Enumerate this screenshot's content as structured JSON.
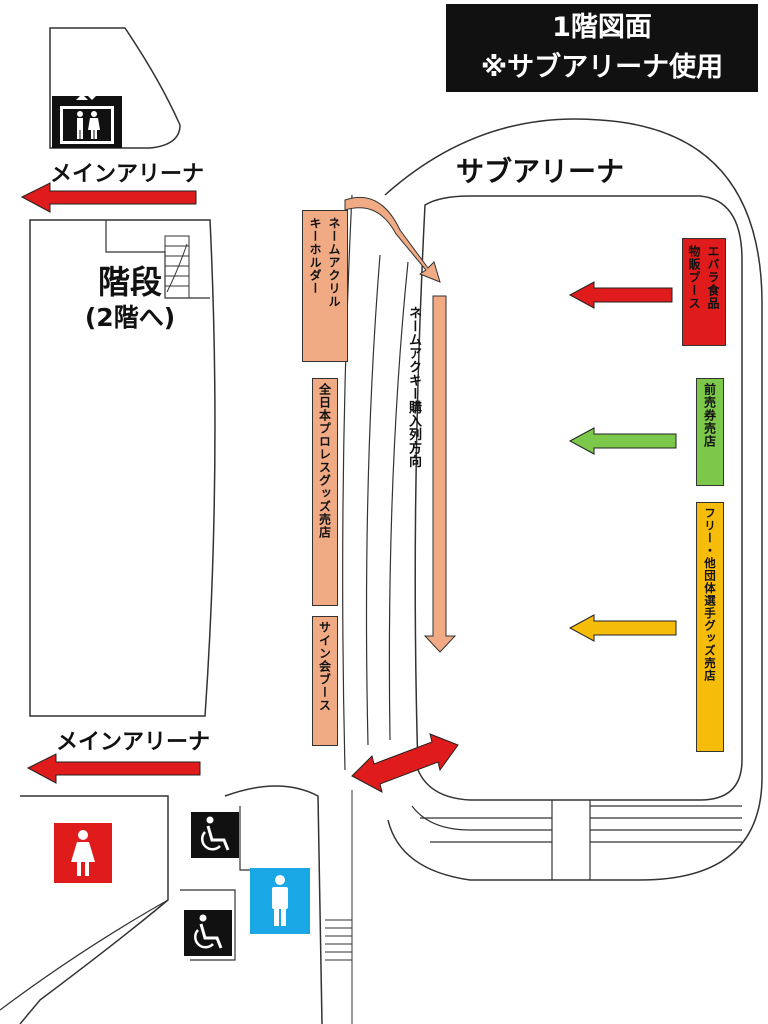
{
  "title": {
    "line1": "1階図面",
    "line2": "※サブアリーナ使用"
  },
  "labels": {
    "main_arena_top": "メインアリーナ",
    "main_arena_bottom": "メインアリーナ",
    "sub_arena": "サブアリーナ",
    "stairs_main": "階段",
    "stairs_sub": "(2階へ)",
    "queue_direction": "ネームアクキー購入列方向"
  },
  "booths": {
    "name_acrylic": [
      "ネームアクリル",
      "キーホルダー"
    ],
    "ajpw_goods": "全日本プロレスグッズ売店",
    "autograph": "サイン会ブース",
    "ebara": [
      "エバラ食品",
      "物販ブース"
    ],
    "advance_ticket": "前売券売店",
    "free_goods": "フリー・他団体選手グッズ売店"
  },
  "icons": {
    "elevator": "elevator-icon",
    "womens_restroom": "female-restroom-icon",
    "mens_restroom": "male-restroom-icon",
    "accessible_1": "wheelchair-icon",
    "accessible_2": "wheelchair-icon"
  },
  "colors": {
    "red": "#e01b1b",
    "salmon": "#f0aa84",
    "green": "#7cc84a",
    "yellow": "#f6bc0a",
    "blue": "#1aa7e6",
    "black": "#111111"
  }
}
